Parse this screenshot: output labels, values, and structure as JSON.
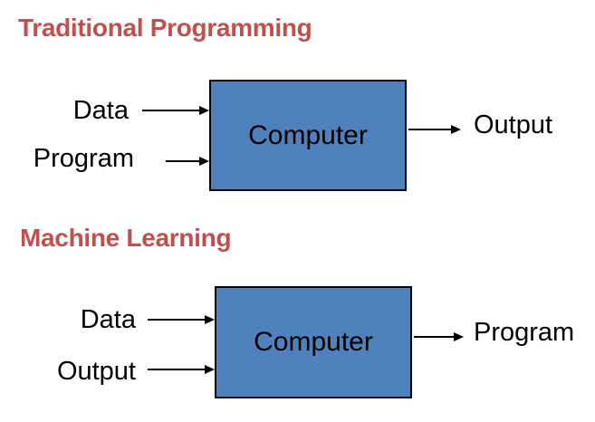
{
  "page": {
    "background": "#FFFFFF"
  },
  "colors": {
    "heading": "#C0504D",
    "box_fill": "#4F81BD",
    "box_border": "#000000",
    "text": "#000000",
    "arrow": "#000000"
  },
  "sections": [
    {
      "title": "Traditional Programming",
      "box_label": "Computer",
      "inputs": [
        "Data",
        "Program"
      ],
      "output": "Output"
    },
    {
      "title": "Machine Learning",
      "box_label": "Computer",
      "inputs": [
        "Data",
        "Output"
      ],
      "output": "Program"
    }
  ]
}
